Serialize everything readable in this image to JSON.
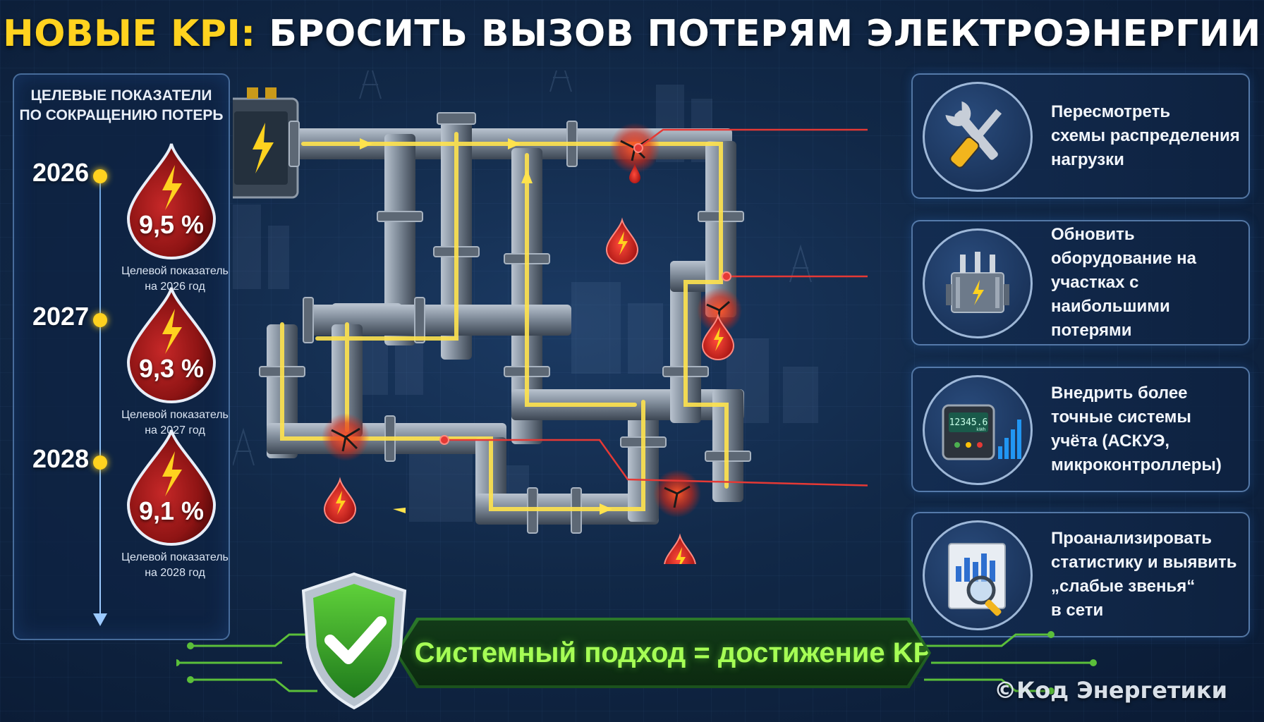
{
  "title": {
    "highlight": "НОВЫЕ KPI:",
    "rest": "БРОСИТЬ ВЫЗОВ ПОТЕРЯМ ЭЛЕКТРОЭНЕРГИИ"
  },
  "left_panel": {
    "heading": "ЦЕЛЕВЫЕ ПОКАЗАТЕЛИ\nПО СОКРАЩЕНИЮ ПОТЕРЬ",
    "targets": [
      {
        "year": "2026",
        "value": "9,5 %",
        "label": "Целевой показатель\nна 2026 год"
      },
      {
        "year": "2027",
        "value": "9,3 %",
        "label": "Целевой показатель\nна 2027 год"
      },
      {
        "year": "2028",
        "value": "9,1 %",
        "label": "Целевой показатель\nна 2028 год"
      }
    ]
  },
  "actions": [
    {
      "text": "Пересмотреть\nсхемы распределения\nнагрузки",
      "icon": "tools-icon"
    },
    {
      "text": "Обновить\nоборудование на\nучастках с наибольшими\nпотерями",
      "icon": "transformer-icon"
    },
    {
      "text": "Внедрить более\nточные системы\nучёта (АСКУЭ,\nмикроконтроллеры)",
      "icon": "meter-icon",
      "meter_reading": "12345.6",
      "meter_unit": "kWh"
    },
    {
      "text": "Проанализировать\nстатистику и выявить\n„слабые звенья“\nв сети",
      "icon": "analytics-icon"
    }
  ],
  "banner": {
    "text": "Системный подход = достижение KPI"
  },
  "copyright": "©Код Энергетики",
  "colors": {
    "accent_yellow": "#ffd21f",
    "leak_red": "#e53935",
    "banner_green": "#a6ff55",
    "background": "#112847"
  }
}
